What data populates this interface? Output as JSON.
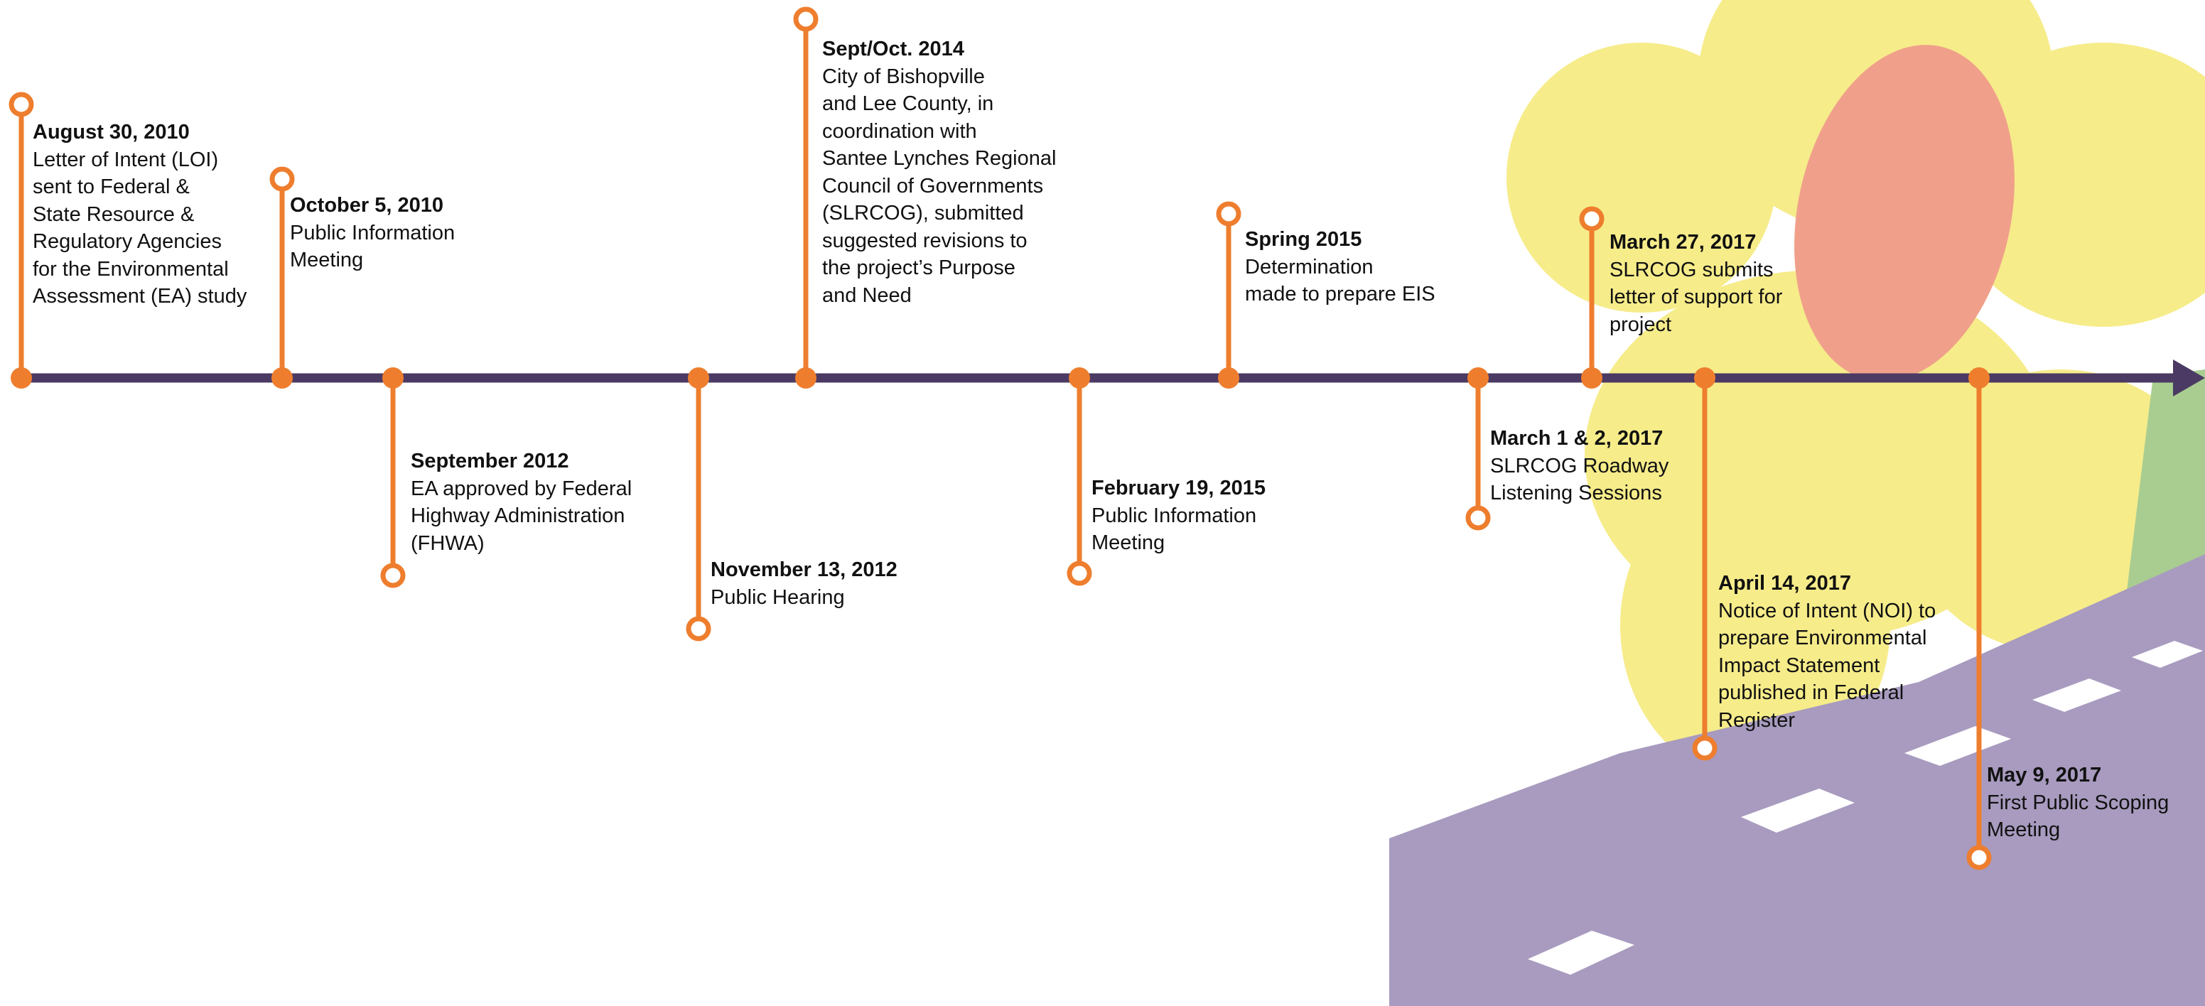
{
  "colors": {
    "axis": "#4b3a63",
    "marker": "#ee7e2e",
    "road": "#a89bbf",
    "petal": "#f6ec8a",
    "accent": "#f0a08a",
    "grass": "#a9cd91"
  },
  "events": [
    {
      "date": "August 30, 2010",
      "description": "Letter of Intent (LOI)\nsent to Federal &\nState Resource &\nRegulatory Agencies\nfor the Environmental\nAssessment (EA) study"
    },
    {
      "date": "October 5, 2010",
      "description": "Public Information\nMeeting"
    },
    {
      "date": "September 2012",
      "description": "EA approved by Federal\nHighway Administration\n(FHWA)"
    },
    {
      "date": "November 13, 2012",
      "description": "Public Hearing"
    },
    {
      "date": "Sept/Oct. 2014",
      "description": "City of Bishopville\nand Lee County, in\ncoordination with\nSantee Lynches Regional\nCouncil of Governments\n(SLRCOG), submitted\nsuggested revisions to\nthe project’s Purpose\nand Need"
    },
    {
      "date": "February 19, 2015",
      "description": "Public Information\nMeeting"
    },
    {
      "date": "Spring 2015",
      "description": "Determination\nmade to prepare EIS"
    },
    {
      "date": "March 1 & 2, 2017",
      "description": "SLRCOG Roadway\nListening Sessions"
    },
    {
      "date": "March 27, 2017",
      "description": "SLRCOG submits\nletter of support for\nproject"
    },
    {
      "date": "April 14, 2017",
      "description": " Notice of Intent (NOI) to\nprepare Environmental\nImpact Statement\npublished in Federal\nRegister"
    },
    {
      "date": "May 9, 2017",
      "description": "First Public Scoping\nMeeting"
    }
  ]
}
